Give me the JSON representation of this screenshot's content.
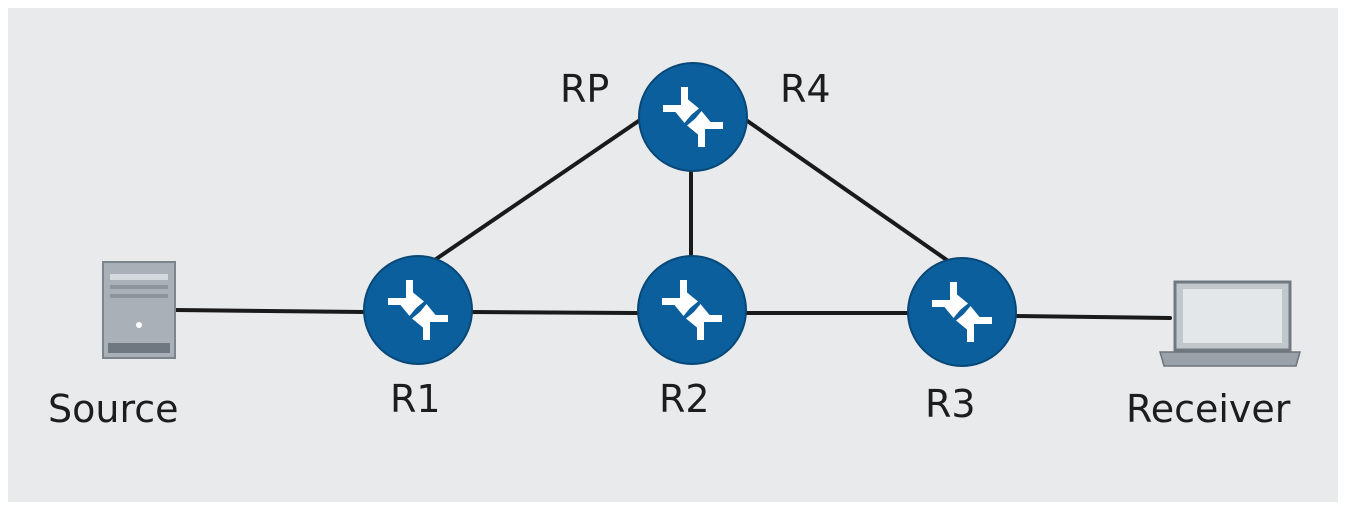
{
  "diagram": {
    "nodes": {
      "source": {
        "label": "Source",
        "icon": "server-icon"
      },
      "r1": {
        "label": "R1",
        "icon": "router-icon"
      },
      "r2": {
        "label": "R2",
        "icon": "router-icon"
      },
      "r3": {
        "label": "R3",
        "icon": "router-icon"
      },
      "r4": {
        "label": "R4",
        "icon": "router-icon"
      },
      "receiver": {
        "label": "Receiver",
        "icon": "laptop-icon"
      }
    },
    "annotations": {
      "rp": "RP"
    },
    "links": [
      [
        "source",
        "r1"
      ],
      [
        "r1",
        "r2"
      ],
      [
        "r2",
        "r3"
      ],
      [
        "r3",
        "receiver"
      ],
      [
        "r1",
        "r4"
      ],
      [
        "r2",
        "r4"
      ],
      [
        "r4",
        "r3"
      ]
    ],
    "colors": {
      "router": "#0b5f9c",
      "link": "#1a1a1a",
      "background": "#e9eaec"
    }
  }
}
